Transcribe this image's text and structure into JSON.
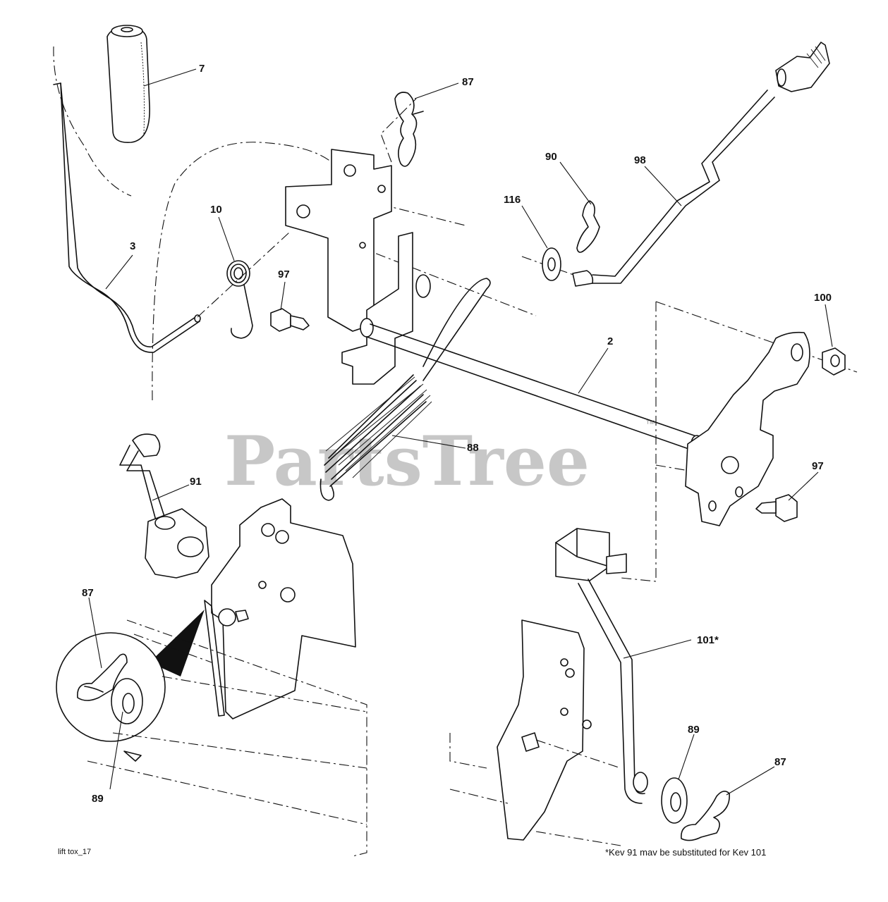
{
  "diagram": {
    "watermark": "PartsTree",
    "watermark_mark": "™",
    "footer_left": "lift tox_17",
    "footer_note": "*Kev 91 mav be substituted for Kev 101",
    "callouts": {
      "c7": "7",
      "c87_top": "87",
      "c10": "10",
      "c3": "3",
      "c97_left": "97",
      "c90": "90",
      "c98": "98",
      "c116": "116",
      "c100": "100",
      "c2": "2",
      "c88": "88",
      "c97_right": "97",
      "c91": "91",
      "c87_left": "87",
      "c89_left": "89",
      "c101": "101*",
      "c89_right": "89",
      "c87_right": "87"
    }
  }
}
